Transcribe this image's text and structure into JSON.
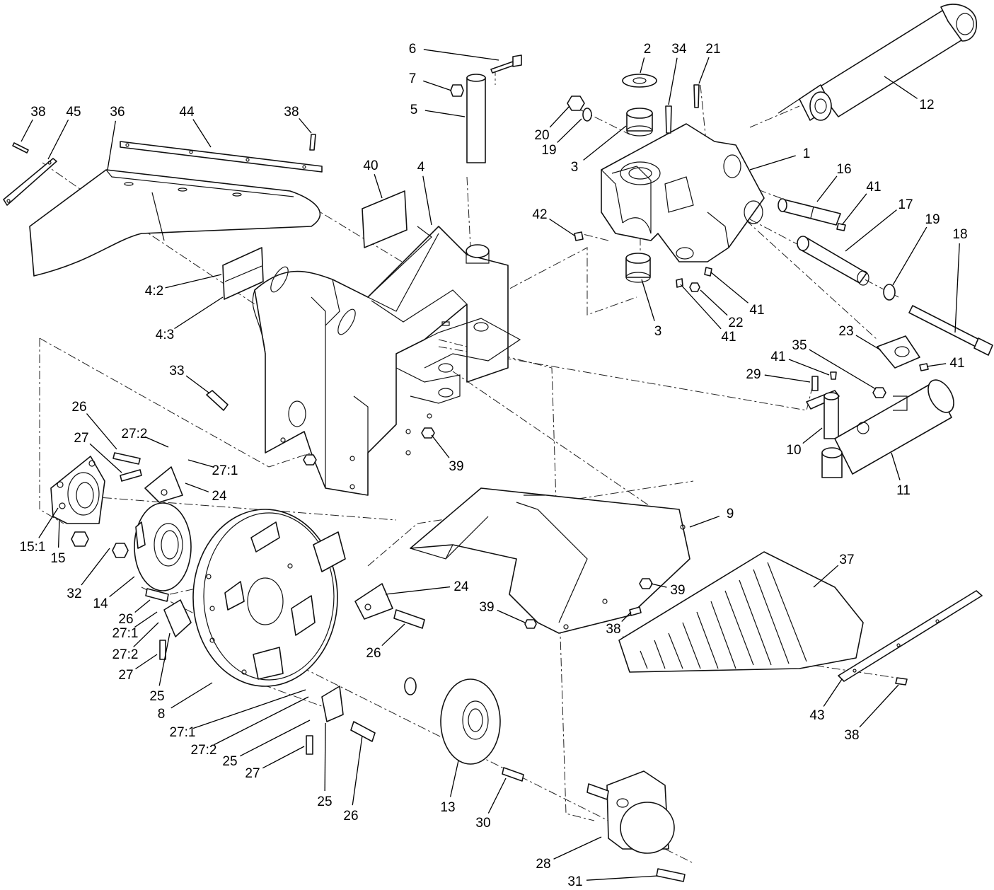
{
  "diagram": {
    "callouts": [
      {
        "id": "c1",
        "label": "1"
      },
      {
        "id": "c2",
        "label": "2"
      },
      {
        "id": "c3a",
        "label": "3"
      },
      {
        "id": "c3b",
        "label": "3"
      },
      {
        "id": "c4",
        "label": "4"
      },
      {
        "id": "c4_2",
        "label": "4:2"
      },
      {
        "id": "c4_3",
        "label": "4:3"
      },
      {
        "id": "c5",
        "label": "5"
      },
      {
        "id": "c6",
        "label": "6"
      },
      {
        "id": "c7",
        "label": "7"
      },
      {
        "id": "c8",
        "label": "8"
      },
      {
        "id": "c9",
        "label": "9"
      },
      {
        "id": "c10",
        "label": "10"
      },
      {
        "id": "c11",
        "label": "11"
      },
      {
        "id": "c12",
        "label": "12"
      },
      {
        "id": "c13",
        "label": "13"
      },
      {
        "id": "c14",
        "label": "14"
      },
      {
        "id": "c15",
        "label": "15"
      },
      {
        "id": "c15_1",
        "label": "15:1"
      },
      {
        "id": "c16",
        "label": "16"
      },
      {
        "id": "c17",
        "label": "17"
      },
      {
        "id": "c18",
        "label": "18"
      },
      {
        "id": "c19a",
        "label": "19"
      },
      {
        "id": "c19b",
        "label": "19"
      },
      {
        "id": "c20",
        "label": "20"
      },
      {
        "id": "c21",
        "label": "21"
      },
      {
        "id": "c22",
        "label": "22"
      },
      {
        "id": "c23",
        "label": "23"
      },
      {
        "id": "c24a",
        "label": "24"
      },
      {
        "id": "c24b",
        "label": "24"
      },
      {
        "id": "c25a",
        "label": "25"
      },
      {
        "id": "c25b",
        "label": "25"
      },
      {
        "id": "c25c",
        "label": "25"
      },
      {
        "id": "c26a",
        "label": "26"
      },
      {
        "id": "c26b",
        "label": "26"
      },
      {
        "id": "c26c",
        "label": "26"
      },
      {
        "id": "c26d",
        "label": "26"
      },
      {
        "id": "c27a",
        "label": "27"
      },
      {
        "id": "c27b",
        "label": "27"
      },
      {
        "id": "c27c",
        "label": "27"
      },
      {
        "id": "c27_1a",
        "label": "27:1"
      },
      {
        "id": "c27_1b",
        "label": "27:1"
      },
      {
        "id": "c27_1c",
        "label": "27:1"
      },
      {
        "id": "c27_2a",
        "label": "27:2"
      },
      {
        "id": "c27_2b",
        "label": "27:2"
      },
      {
        "id": "c27_2c",
        "label": "27:2"
      },
      {
        "id": "c28",
        "label": "28"
      },
      {
        "id": "c29",
        "label": "29"
      },
      {
        "id": "c30",
        "label": "30"
      },
      {
        "id": "c31",
        "label": "31"
      },
      {
        "id": "c32",
        "label": "32"
      },
      {
        "id": "c33",
        "label": "33"
      },
      {
        "id": "c34",
        "label": "34"
      },
      {
        "id": "c35",
        "label": "35"
      },
      {
        "id": "c36",
        "label": "36"
      },
      {
        "id": "c37",
        "label": "37"
      },
      {
        "id": "c38a",
        "label": "38"
      },
      {
        "id": "c38b",
        "label": "38"
      },
      {
        "id": "c38c",
        "label": "38"
      },
      {
        "id": "c38d",
        "label": "38"
      },
      {
        "id": "c39a",
        "label": "39"
      },
      {
        "id": "c39b",
        "label": "39"
      },
      {
        "id": "c39c",
        "label": "39"
      },
      {
        "id": "c40",
        "label": "40"
      },
      {
        "id": "c41a",
        "label": "41"
      },
      {
        "id": "c41b",
        "label": "41"
      },
      {
        "id": "c41c",
        "label": "41"
      },
      {
        "id": "c41d",
        "label": "41"
      },
      {
        "id": "c41e",
        "label": "41"
      },
      {
        "id": "c42",
        "label": "42"
      },
      {
        "id": "c43",
        "label": "43"
      },
      {
        "id": "c44",
        "label": "44"
      },
      {
        "id": "c45",
        "label": "45"
      }
    ]
  }
}
